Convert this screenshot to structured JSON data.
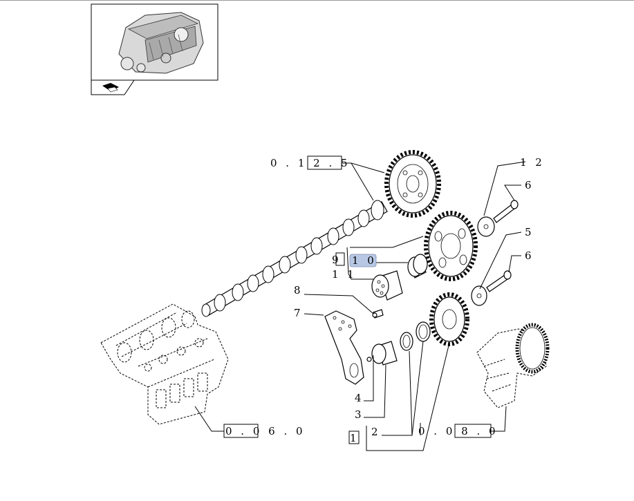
{
  "labels": {
    "ref_0125": "0 . 1 2 . 5",
    "ref_0060": "0 . 0 6 . 0",
    "ref_0080": "0 . 0 8 . 0",
    "p1": "1",
    "p2": "2",
    "p3": "3",
    "p4": "4",
    "p5": "5",
    "p6a": "6",
    "p6b": "6",
    "p7": "7",
    "p8": "8",
    "p9": "9",
    "p10": "1 0",
    "p11": "1 1",
    "p12": "1 2"
  },
  "colors": {
    "highlight": "#b8c8e4",
    "line": "#000000",
    "rule": "#9a9a9a"
  },
  "icons": [
    "engine-thumbnail-icon",
    "navigate-arrow-icon"
  ]
}
